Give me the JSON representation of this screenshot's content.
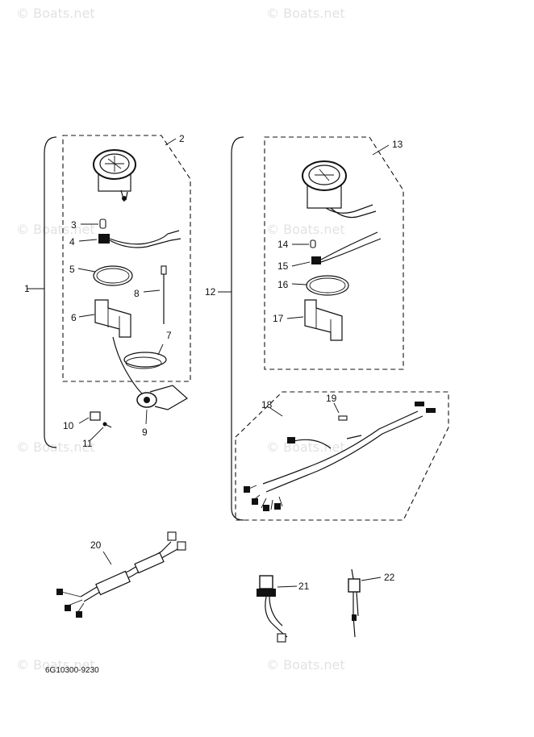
{
  "watermark": "© Boats.net",
  "diagram_code": "6G10300-9230",
  "callouts": {
    "c1": "1",
    "c2": "2",
    "c3": "3",
    "c4": "4",
    "c5": "5",
    "c6": "6",
    "c7": "7",
    "c8": "8",
    "c9": "9",
    "c10": "10",
    "c11": "11",
    "c12": "12",
    "c13": "13",
    "c14": "14",
    "c15": "15",
    "c16": "16",
    "c17": "17",
    "c18": "18",
    "c19": "19",
    "c20": "20",
    "c21": "21",
    "c22": "22"
  }
}
